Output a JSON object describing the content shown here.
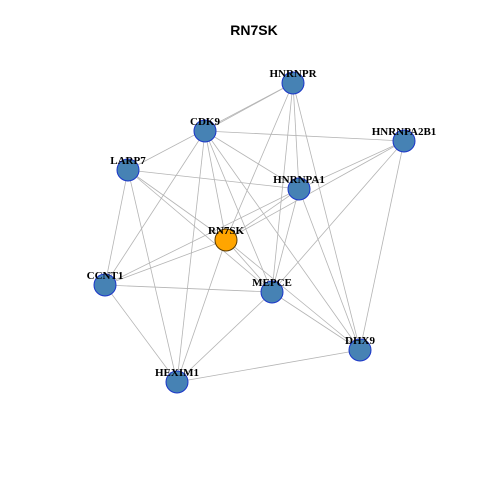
{
  "title": "RN7SK",
  "colors": {
    "node_fill": "#4682b4",
    "center_fill": "#ffa500",
    "node_stroke": "#1a35c9",
    "edge": "#b4b4b4"
  },
  "nodes": [
    {
      "id": "HNRNPR",
      "label": "HNRNPR",
      "center": false
    },
    {
      "id": "CDK9",
      "label": "CDK9",
      "center": false
    },
    {
      "id": "HNRNPA2B1",
      "label": "HNRNPA2B1",
      "center": false
    },
    {
      "id": "LARP7",
      "label": "LARP7",
      "center": false
    },
    {
      "id": "HNRNPA1",
      "label": "HNRNPA1",
      "center": false
    },
    {
      "id": "RN7SK",
      "label": "RN7SK",
      "center": true
    },
    {
      "id": "CCNT1",
      "label": "CCNT1",
      "center": false
    },
    {
      "id": "MEPCE",
      "label": "MEPCE",
      "center": false
    },
    {
      "id": "DHX9",
      "label": "DHX9",
      "center": false
    },
    {
      "id": "HEXIM1",
      "label": "HEXIM1",
      "center": false
    }
  ],
  "edges": [
    [
      "HNRNPR",
      "CDK9"
    ],
    [
      "HNRNPR",
      "LARP7"
    ],
    [
      "HNRNPR",
      "HNRNPA1"
    ],
    [
      "HNRNPR",
      "RN7SK"
    ],
    [
      "HNRNPR",
      "MEPCE"
    ],
    [
      "HNRNPR",
      "DHX9"
    ],
    [
      "CDK9",
      "HNRNPA2B1"
    ],
    [
      "CDK9",
      "HNRNPA1"
    ],
    [
      "CDK9",
      "RN7SK"
    ],
    [
      "CDK9",
      "CCNT1"
    ],
    [
      "CDK9",
      "MEPCE"
    ],
    [
      "CDK9",
      "DHX9"
    ],
    [
      "CDK9",
      "HEXIM1"
    ],
    [
      "HNRNPA2B1",
      "HNRNPA1"
    ],
    [
      "HNRNPA2B1",
      "RN7SK"
    ],
    [
      "HNRNPA2B1",
      "MEPCE"
    ],
    [
      "HNRNPA2B1",
      "DHX9"
    ],
    [
      "LARP7",
      "HNRNPA1"
    ],
    [
      "LARP7",
      "RN7SK"
    ],
    [
      "LARP7",
      "CCNT1"
    ],
    [
      "LARP7",
      "MEPCE"
    ],
    [
      "LARP7",
      "HEXIM1"
    ],
    [
      "HNRNPA1",
      "RN7SK"
    ],
    [
      "HNRNPA1",
      "CCNT1"
    ],
    [
      "HNRNPA1",
      "MEPCE"
    ],
    [
      "HNRNPA1",
      "DHX9"
    ],
    [
      "RN7SK",
      "CCNT1"
    ],
    [
      "RN7SK",
      "MEPCE"
    ],
    [
      "RN7SK",
      "DHX9"
    ],
    [
      "RN7SK",
      "HEXIM1"
    ],
    [
      "CCNT1",
      "MEPCE"
    ],
    [
      "CCNT1",
      "HEXIM1"
    ],
    [
      "MEPCE",
      "DHX9"
    ],
    [
      "MEPCE",
      "HEXIM1"
    ],
    [
      "DHX9",
      "HEXIM1"
    ]
  ]
}
